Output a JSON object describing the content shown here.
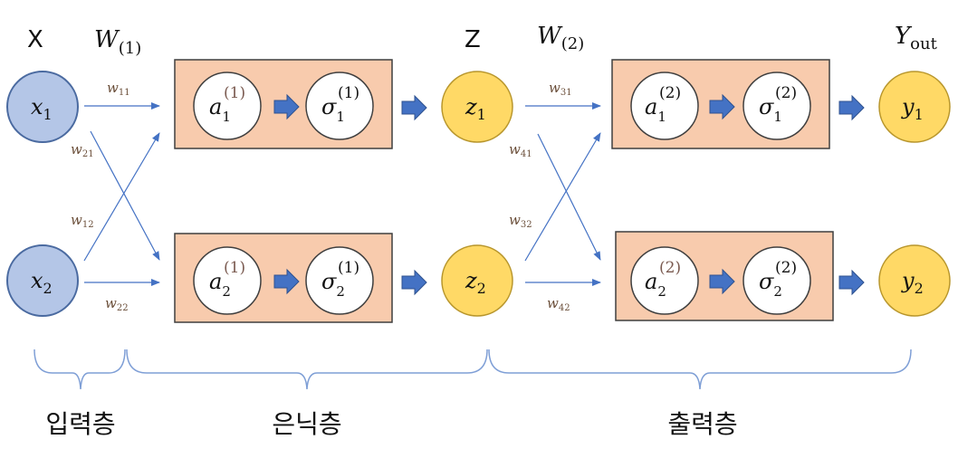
{
  "colors": {
    "input_node": "#b4c6e7",
    "input_stroke": "#4a6aa0",
    "yellow_node": "#ffd966",
    "yellow_stroke": "#b8962c",
    "box_fill": "#f8cbad",
    "box_stroke": "#3f3f3f",
    "arrow": "#4472c4",
    "line": "#4472c4",
    "brace": "#7f9fd6"
  },
  "headers": {
    "x": "X",
    "w1_base": "W",
    "w1_sub": "(1)",
    "z": "Z",
    "w2_base": "W",
    "w2_sub": "(2)",
    "y_base": "Y",
    "y_sub": "out"
  },
  "inputs": [
    {
      "base": "x",
      "sub": "1"
    },
    {
      "base": "x",
      "sub": "2"
    }
  ],
  "hidden_outputs": [
    {
      "base": "z",
      "sub": "1"
    },
    {
      "base": "z",
      "sub": "2"
    }
  ],
  "outputs": [
    {
      "base": "y",
      "sub": "1"
    },
    {
      "base": "y",
      "sub": "2"
    }
  ],
  "boxes": [
    {
      "a_base": "a",
      "a_sub": "1",
      "a_sup": "(1)",
      "s_base": "σ",
      "s_sub": "1",
      "s_sup": "(1)"
    },
    {
      "a_base": "a",
      "a_sub": "2",
      "a_sup": "(1)",
      "s_base": "σ",
      "s_sub": "2",
      "s_sup": "(1)"
    },
    {
      "a_base": "a",
      "a_sub": "1",
      "a_sup": "(2)",
      "s_base": "σ",
      "s_sub": "1",
      "s_sup": "(2)"
    },
    {
      "a_base": "a",
      "a_sub": "2",
      "a_sup": "(2)",
      "s_base": "σ",
      "s_sub": "2",
      "s_sup": "(2)"
    }
  ],
  "weights": [
    {
      "base": "w",
      "sub": "11"
    },
    {
      "base": "w",
      "sub": "21"
    },
    {
      "base": "w",
      "sub": "12"
    },
    {
      "base": "w",
      "sub": "22"
    },
    {
      "base": "w",
      "sub": "31"
    },
    {
      "base": "w",
      "sub": "41"
    },
    {
      "base": "w",
      "sub": "32"
    },
    {
      "base": "w",
      "sub": "42"
    }
  ],
  "layers": {
    "input": "입력층",
    "hidden": "은닉층",
    "output": "출력층"
  }
}
